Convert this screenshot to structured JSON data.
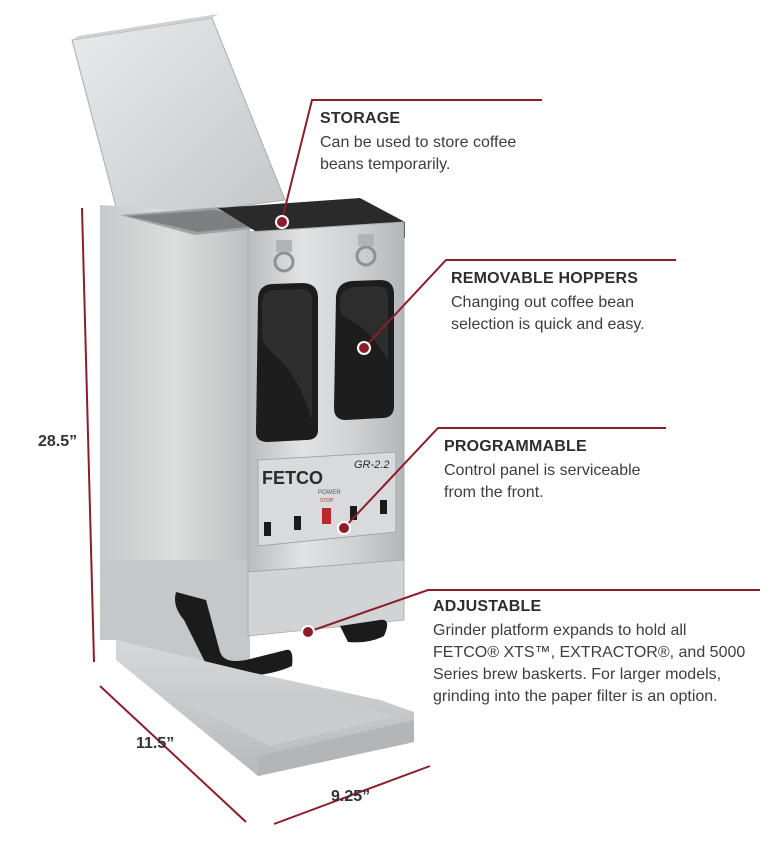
{
  "callouts": {
    "storage": {
      "title": "STORAGE",
      "desc_line1": "Can be used to store coffee",
      "desc_line2": "beans temporarily."
    },
    "hoppers": {
      "title": "REMOVABLE HOPPERS",
      "desc_line1": "Changing out coffee bean",
      "desc_line2": "selection is quick and easy."
    },
    "programmable": {
      "title": "PROGRAMMABLE",
      "desc_line1": "Control panel is serviceable",
      "desc_line2": "from the front."
    },
    "adjustable": {
      "title": "ADJUSTABLE",
      "desc_line1": "Grinder platform expands to hold all",
      "desc_line2": "FETCO® XTS™, EXTRACTOR®, and 5000",
      "desc_line3": "Series brew baskerts. For larger models,",
      "desc_line4": "grinding into the paper filter is an option."
    }
  },
  "dimensions": {
    "height": "28.5”",
    "depth": "11.5”",
    "width": "9.25”"
  },
  "product": {
    "brand": "FETCO",
    "model": "GR-2.2",
    "power_label": "POWER",
    "power_sub": "STOP"
  },
  "colors": {
    "accent_line": "#8b1e2a",
    "steel": "#c9cacb"
  }
}
